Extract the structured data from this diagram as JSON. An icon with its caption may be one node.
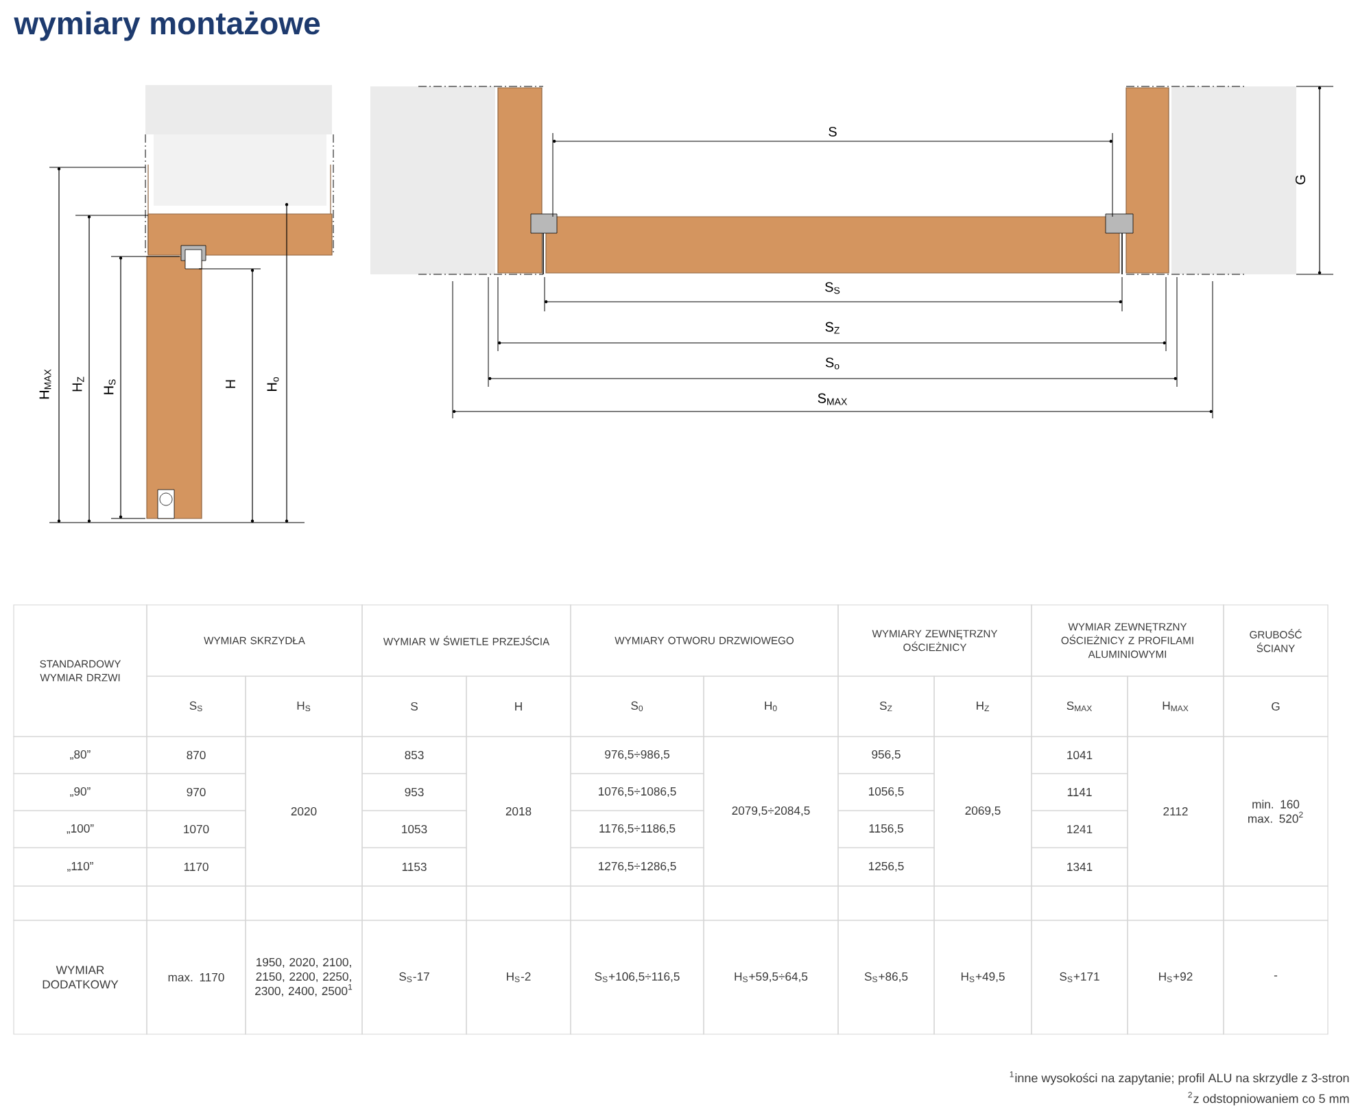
{
  "diagram": {
    "title": "wymiary montażowe",
    "labels": [
      "H$_{MAX}$",
      "H$_{Z}$",
      "H$_{S}$",
      "H",
      "H$_{o}$",
      "S",
      "G",
      "S$_{S}$",
      "S$_{Z}$",
      "S$_{o}$",
      "S$_{MAX}$",
      "STANDARDOWY WYMIAR DRZWI",
      "WYMIAR SKRZYDŁA",
      "WYMIAR W ŚWIETLE PRZEJŚCIA",
      "WYMIARY OTWORU DRZWIOWEGO",
      "WYMIARY ZEWNĘTRZNY OŚCIEŻNICY",
      "WYMIAR ZEWNĘTRZNY OŚCIEŻNICY Z PROFILAMI ALUMINIOWYMI",
      "GRUBOŚĆ ŚCIANY",
      "S$_{S}$",
      "H$_{S}$",
      "S",
      "H",
      "S$_{0}$",
      "H$_{0}$",
      "S$_{Z}$",
      "H$_{Z}$",
      "S$_{MAX}$",
      "H$_{MAX}$",
      "G",
      "„80”",
      "870",
      "2020",
      "853",
      "2018",
      "976,5÷986,5",
      "2079,5÷2084,5",
      "956,5",
      "2069,5",
      "1041",
      "2112",
      "min. 160 max. 520$^{2}$",
      "„90”",
      "970",
      "953",
      "1076,5÷1086,5",
      "1056,5",
      "1141",
      "„100”",
      "1070",
      "1053",
      "1176,5÷1186,5",
      "1156,5",
      "1241",
      "„110”",
      "1170",
      "1153",
      "1276,5÷1286,5",
      "1256,5",
      "1341",
      "WYMIAR DODATKOWY",
      "max. 1170",
      "1950, 2020, 2100, 2150, 2200, 2250, 2300, 2400, 2500$^{1}$",
      "S$_{S}$-17",
      "H$_{S}$-2",
      "S$_{S}$+106,5÷116,5",
      "H$_{S}$+59,5÷64,5",
      "S$_{S}$+86,5",
      "H$_{S}$+49,5",
      "S$_{S}$+171",
      "H$_{S}$+92",
      "-",
      "$^{1}$inne wysokości na zapytanie; profil ALU na skrzydle z 3-stron",
      "$^{2}$z odstopniowaniem co 5 mm"
    ]
  }
}
